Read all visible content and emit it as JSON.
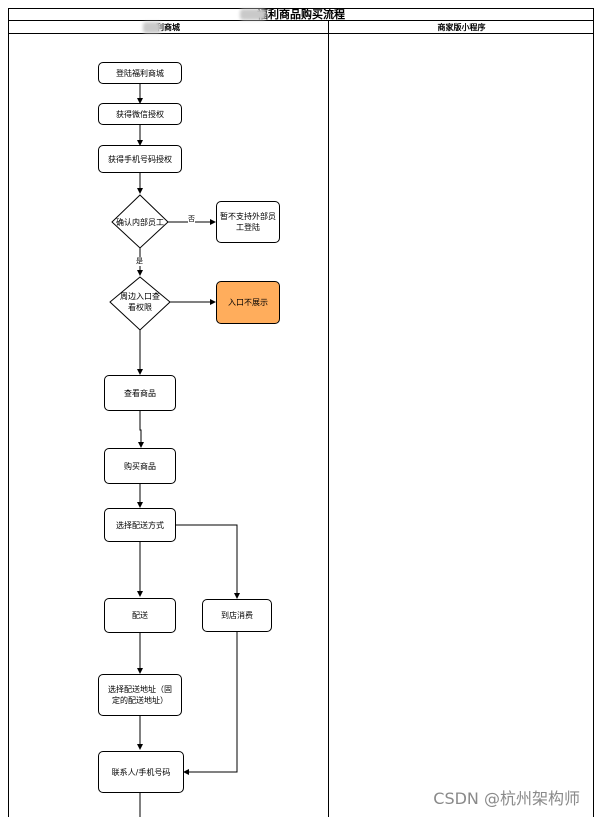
{
  "title": "福利商品购买流程",
  "lanes": {
    "left": "利商城",
    "right": "商家版小程序"
  },
  "nodes": {
    "login": "登陆福利商城",
    "wechat_auth": "获得微信授权",
    "phone_auth": "获得手机号码授权",
    "confirm_internal": "确认内部员工",
    "not_supported": "暂不支持外部员工登陆",
    "check_perm": "周边入口查看权限",
    "entry_hidden": "入口不展示",
    "view_goods": "查看商品",
    "buy_goods": "购买商品",
    "choose_delivery": "选择配送方式",
    "delivery": "配送",
    "in_store": "到店消费",
    "choose_address": "选择配送地址（固定的配送地址）",
    "contact": "联系人/手机号码"
  },
  "edge_labels": {
    "no": "否",
    "yes": "是"
  },
  "watermark": "CSDN @杭州架构师",
  "colors": {
    "highlight": "#ffad5c",
    "line": "#000000"
  }
}
